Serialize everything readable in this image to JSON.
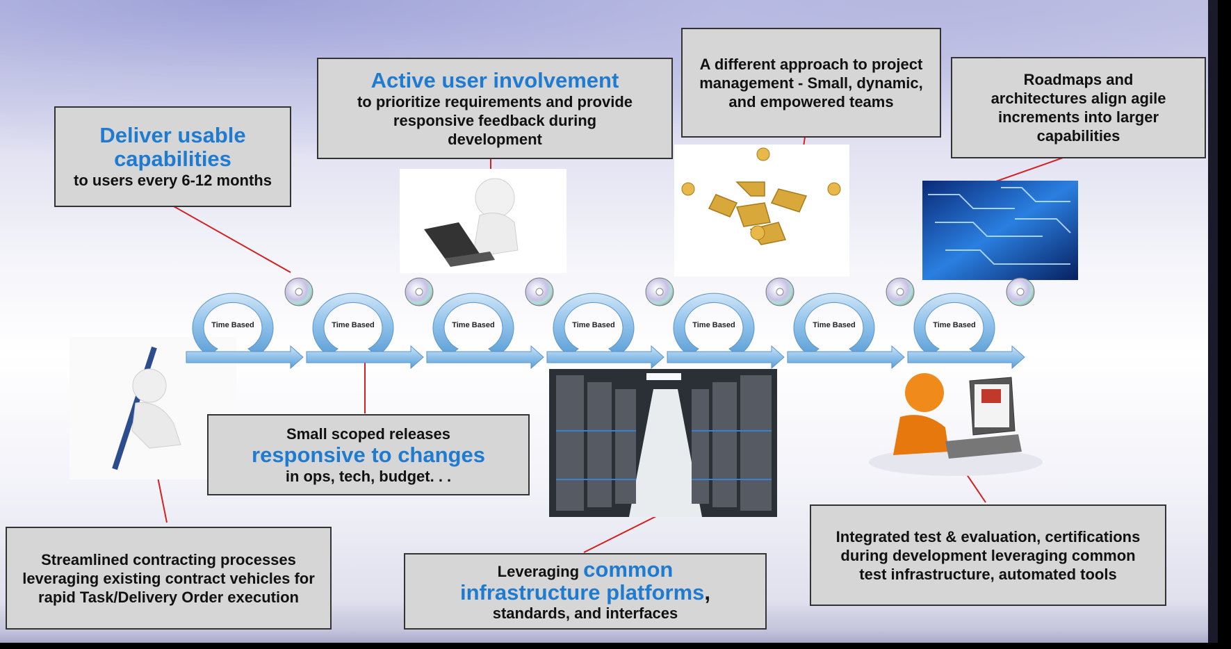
{
  "boxes": {
    "deliver": {
      "title": "Deliver usable capabilities",
      "text": "to users  every 6-12 months"
    },
    "active": {
      "title": "Active user involvement",
      "text": "to prioritize requirements and provide responsive feedback during development"
    },
    "approach": {
      "text": "A different approach to project management - Small, dynamic, and empowered teams"
    },
    "roadmaps": {
      "text": "Roadmaps and architectures align agile increments into larger capabilities"
    },
    "releases": {
      "pre": "Small scoped releases",
      "title": "responsive to changes",
      "post": "in ops, tech, budget. . ."
    },
    "contracting": {
      "text": "Streamlined contracting processes leveraging existing contract vehicles for rapid Task/Delivery Order execution"
    },
    "infrastructure": {
      "pre": "Leveraging",
      "title1": "common",
      "title2": "infrastructure platforms",
      "post": "standards, and interfaces"
    },
    "test": {
      "text": "Integrated test & evaluation, certifications during development leveraging common test infrastructure, automated tools"
    }
  },
  "cycle_label": "Time Based",
  "cycle_count": 7,
  "colors": {
    "accent_blue": "#1e7bd0",
    "connector_red": "#d32020",
    "box_fill": "#d6d6d6",
    "cycle_blue": "#8fc1ea"
  },
  "icons": [
    "cd-disc-icon",
    "person-laptop-icon",
    "puzzle-team-icon",
    "circuit-board-icon",
    "server-room-icon",
    "person-pen-icon",
    "orange-person-laptop-icon"
  ]
}
